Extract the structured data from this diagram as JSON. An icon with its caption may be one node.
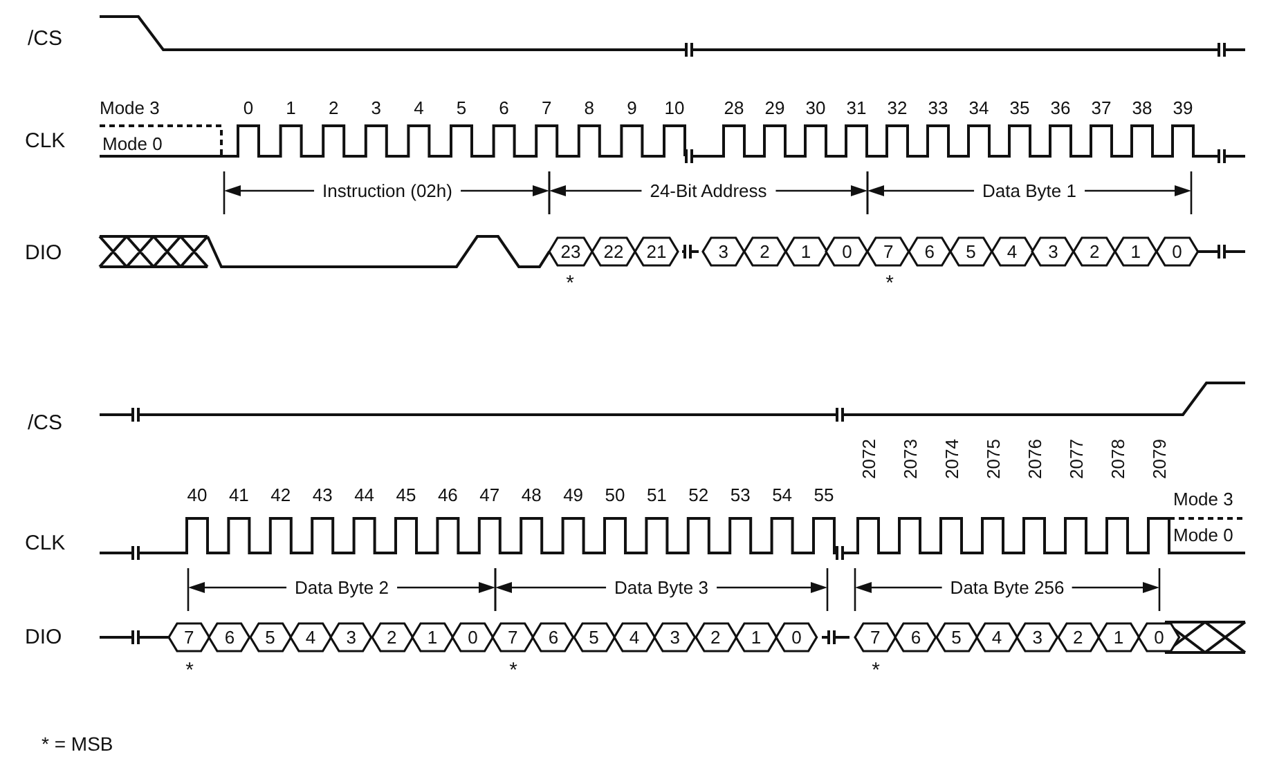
{
  "diagram": {
    "nodes": [
      {
        "text": [
          "23"
        ]
      },
      {
        "text": [
          "22"
        ]
      },
      {
        "text": [
          "21"
        ]
      },
      {
        "text": [
          "3"
        ]
      },
      {
        "text": [
          "2"
        ]
      },
      {
        "text": [
          "1"
        ]
      },
      {
        "text": [
          "0"
        ]
      },
      {
        "text": [
          "7"
        ]
      },
      {
        "text": [
          "6"
        ]
      },
      {
        "text": [
          "5"
        ]
      },
      {
        "text": [
          "4"
        ]
      },
      {
        "text": [
          "3"
        ]
      },
      {
        "text": [
          "2"
        ]
      },
      {
        "text": [
          "1"
        ]
      },
      {
        "text": [
          "0"
        ]
      },
      {
        "text": [
          "7"
        ]
      },
      {
        "text": [
          "6"
        ]
      },
      {
        "text": [
          "5"
        ]
      },
      {
        "text": [
          "4"
        ]
      },
      {
        "text": [
          "3"
        ]
      },
      {
        "text": [
          "2"
        ]
      },
      {
        "text": [
          "1"
        ]
      },
      {
        "text": [
          "0"
        ]
      },
      {
        "text": [
          "7"
        ]
      },
      {
        "text": [
          "6"
        ]
      },
      {
        "text": [
          "5"
        ]
      },
      {
        "text": [
          "4"
        ]
      },
      {
        "text": [
          "3"
        ]
      },
      {
        "text": [
          "2"
        ]
      },
      {
        "text": [
          "1"
        ]
      },
      {
        "text": [
          "0"
        ]
      },
      {
        "text": [
          "7"
        ]
      },
      {
        "text": [
          "6"
        ]
      },
      {
        "text": [
          "5"
        ]
      },
      {
        "text": [
          "4"
        ]
      },
      {
        "text": [
          "3"
        ]
      },
      {
        "text": [
          "2"
        ]
      },
      {
        "text": [
          "1"
        ]
      },
      {
        "text": [
          "0"
        ]
      }
    ],
    "labels": [
      "/CS",
      "Mode 3",
      "0",
      "1",
      "2",
      "3",
      "4",
      "5",
      "6",
      "7",
      "8",
      "9",
      "10",
      "28",
      "29",
      "30",
      "31",
      "32",
      "33",
      "34",
      "35",
      "36",
      "37",
      "38",
      "39",
      "CLK",
      "Mode 0",
      "Instruction (02h)",
      "24-Bit Address",
      "Data Byte 1",
      "DIO",
      "*",
      "*",
      "/CS",
      "40",
      "41",
      "42",
      "43",
      "44",
      "45",
      "46",
      "47",
      "48",
      "49",
      "50",
      "51",
      "52",
      "53",
      "54",
      "55",
      "2072",
      "2073",
      "2074",
      "2075",
      "2076",
      "2077",
      "2078",
      "2079",
      "CLK",
      "Mode 3",
      "Mode 0",
      "Data Byte 2",
      "Data Byte 3",
      "Data Byte 256",
      "DIO",
      "*",
      "*",
      "*",
      "* = MSB"
    ]
  }
}
